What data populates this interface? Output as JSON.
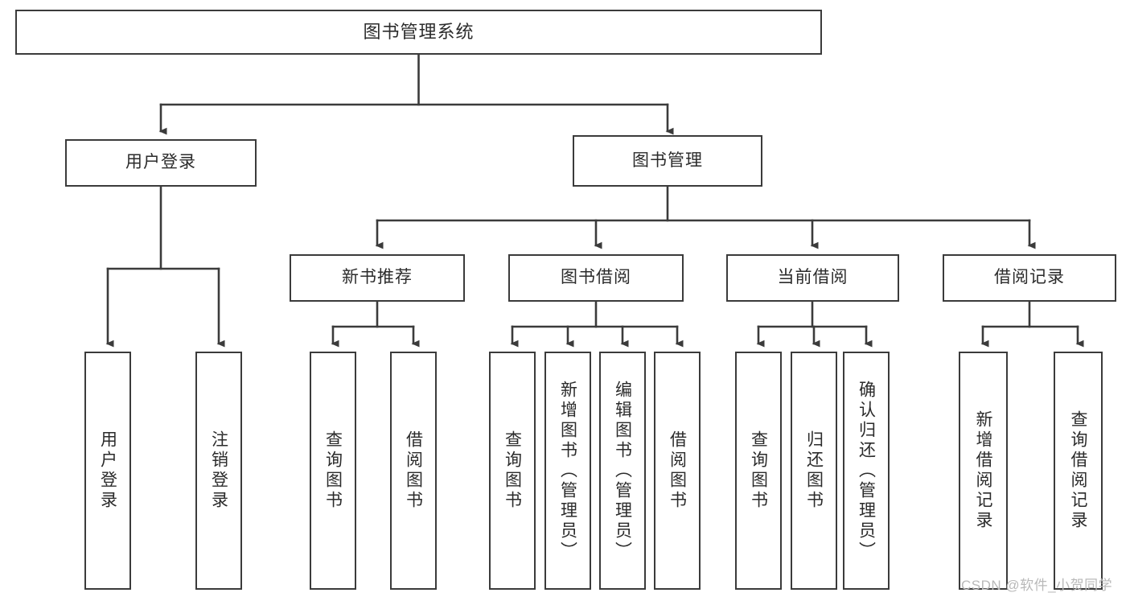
{
  "diagram": {
    "title": "图书管理系统",
    "type": "tree-hierarchy",
    "root": {
      "label": "图书管理系统"
    },
    "level2": [
      {
        "label": "用户登录"
      },
      {
        "label": "图书管理"
      }
    ],
    "level3": [
      {
        "label": "新书推荐"
      },
      {
        "label": "图书借阅"
      },
      {
        "label": "当前借阅"
      },
      {
        "label": "借阅记录"
      }
    ],
    "leaves": {
      "user_login": [
        {
          "label": "用户登录"
        },
        {
          "label": "注销登录"
        }
      ],
      "new_book": [
        {
          "label": "查询图书"
        },
        {
          "label": "借阅图书"
        }
      ],
      "book_borrow": [
        {
          "label": "查询图书"
        },
        {
          "label": "新增图书（管理员）"
        },
        {
          "label": "编辑图书（管理员）"
        },
        {
          "label": "借阅图书"
        }
      ],
      "current_borrow": [
        {
          "label": "查询图书"
        },
        {
          "label": "归还图书"
        },
        {
          "label": "确认归还（管理员）"
        }
      ],
      "borrow_record": [
        {
          "label": "新增借阅记录"
        },
        {
          "label": "查询借阅记录"
        }
      ]
    },
    "watermark": "CSDN @软件_小贺同学",
    "colors": {
      "box_border": "#3b3b3b",
      "line": "#3b3b3b",
      "background": "#ffffff",
      "text": "#2b2b2b",
      "watermark": "#b9b9b9"
    }
  }
}
